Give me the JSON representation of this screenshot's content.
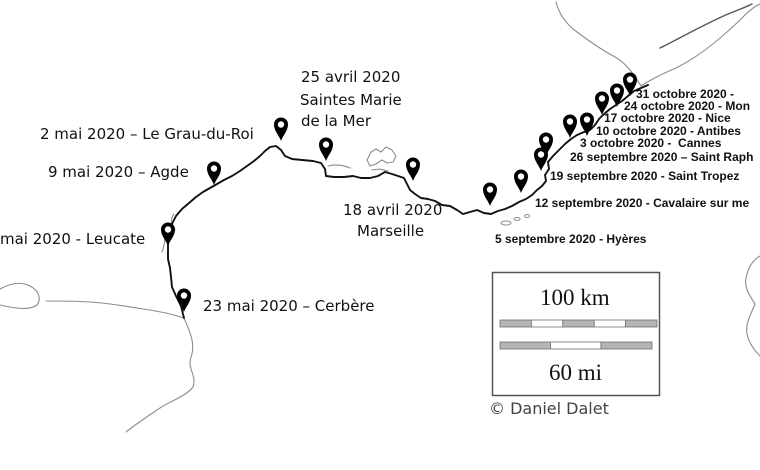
{
  "colors": {
    "route": "#111111",
    "geography": "#8c8c8c",
    "marker": "#000000",
    "scale_bar": "#b5b5b5"
  },
  "marker_icon": "map-pin-icon",
  "stops": [
    {
      "label_lines": [
        "18 avril 2020",
        "Marseille"
      ]
    },
    {
      "label_lines": [
        "25 avril 2020",
        "Saintes Marie",
        "de la Mer"
      ]
    },
    {
      "label": "2 mai 2020 – Le Grau-du-Roi"
    },
    {
      "label": "9 mai 2020 – Agde"
    },
    {
      "label": "mai 2020 - Leucate"
    },
    {
      "label": "23 mai 2020 – Cerbère"
    },
    {
      "label": "5 septembre 2020 - Hyères"
    },
    {
      "label": "12 septembre 2020 - Cavalaire sur me"
    },
    {
      "label": "19 septembre 2020 - Saint Tropez"
    },
    {
      "label": "26 septembre 2020 – Saint Raph"
    },
    {
      "label": "3 octobre 2020 -  Cannes"
    },
    {
      "label": "10 octobre 2020 - Antibes"
    },
    {
      "label": "17 octobre 2020 - Nice"
    },
    {
      "label": "24 octobre 2020 - Mon"
    },
    {
      "label": "31 octobre 2020 -"
    }
  ],
  "scale": {
    "km_label": "100 km",
    "mi_label": "60 mi"
  },
  "credit": "© Daniel Dalet"
}
